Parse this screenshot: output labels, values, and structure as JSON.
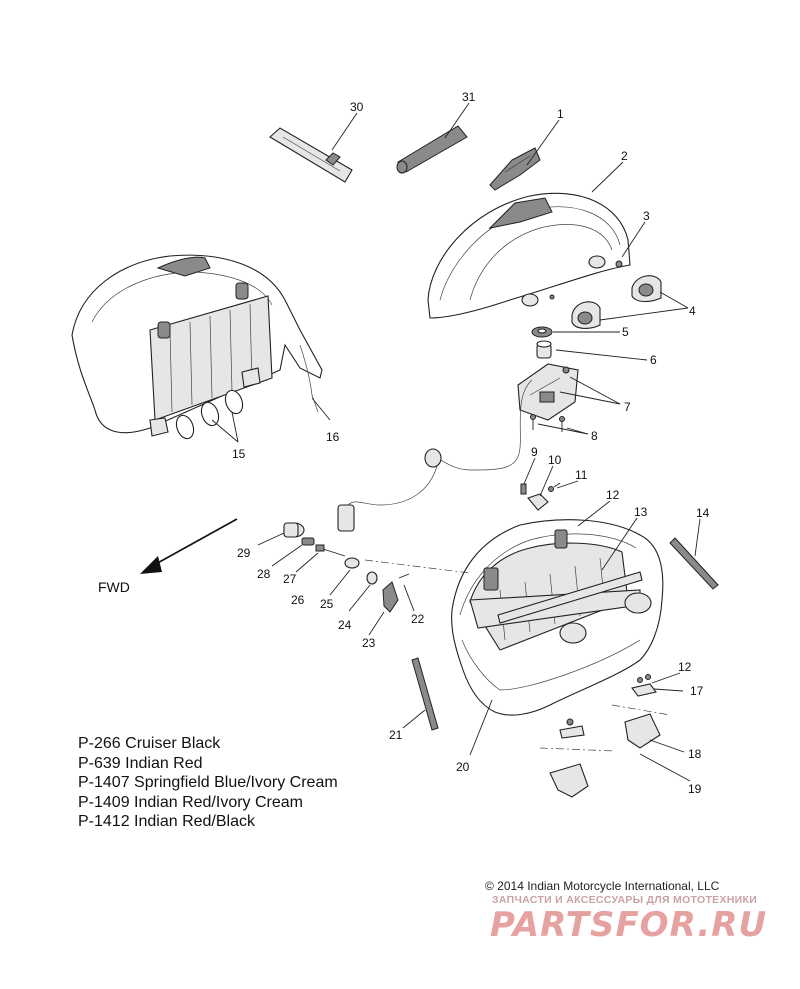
{
  "callouts": [
    {
      "id": "c1",
      "text": "1"
    },
    {
      "id": "c2",
      "text": "2"
    },
    {
      "id": "c3",
      "text": "3"
    },
    {
      "id": "c4",
      "text": "4"
    },
    {
      "id": "c5",
      "text": "5"
    },
    {
      "id": "c6",
      "text": "6"
    },
    {
      "id": "c7",
      "text": "7"
    },
    {
      "id": "c8",
      "text": "8"
    },
    {
      "id": "c9",
      "text": "9"
    },
    {
      "id": "c10",
      "text": "10"
    },
    {
      "id": "c11",
      "text": "11"
    },
    {
      "id": "c12a",
      "text": "12"
    },
    {
      "id": "c13",
      "text": "13"
    },
    {
      "id": "c14",
      "text": "14"
    },
    {
      "id": "c15",
      "text": "15"
    },
    {
      "id": "c16",
      "text": "16"
    },
    {
      "id": "c17",
      "text": "17"
    },
    {
      "id": "c12b",
      "text": "12"
    },
    {
      "id": "c18",
      "text": "18"
    },
    {
      "id": "c19",
      "text": "19"
    },
    {
      "id": "c20",
      "text": "20"
    },
    {
      "id": "c21",
      "text": "21"
    },
    {
      "id": "c22",
      "text": "22"
    },
    {
      "id": "c23",
      "text": "23"
    },
    {
      "id": "c24",
      "text": "24"
    },
    {
      "id": "c25",
      "text": "25"
    },
    {
      "id": "c26",
      "text": "26"
    },
    {
      "id": "c27",
      "text": "27"
    },
    {
      "id": "c28",
      "text": "28"
    },
    {
      "id": "c29",
      "text": "29"
    },
    {
      "id": "c30",
      "text": "30"
    },
    {
      "id": "c31",
      "text": "31"
    }
  ],
  "direction_label": "FWD",
  "color_codes": [
    "P-266  Cruiser Black",
    "P-639  Indian Red",
    "P-1407 Springfield Blue/Ivory Cream",
    "P-1409 Indian Red/Ivory Cream",
    "P-1412 Indian Red/Black"
  ],
  "copyright": "© 2014 Indian Motorcycle International, LLC",
  "watermark": {
    "subtitle": "ЗАПЧАСТИ И АКСЕССУАРЫ ДЛЯ МОТОТЕХНИКИ",
    "brand": "PARTSFOR.RU",
    "color": "#e6a1a1"
  }
}
